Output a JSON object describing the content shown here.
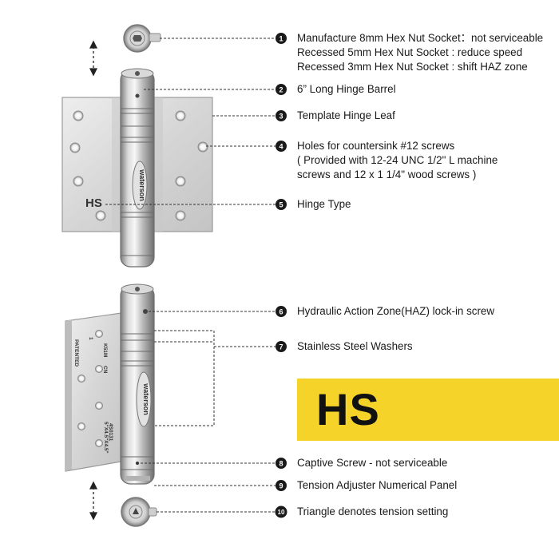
{
  "callouts": [
    {
      "number": "1",
      "lines": [
        "Manufacture 8mm Hex Nut Socket：not serviceable",
        "Recessed 5mm Hex Nut Socket : reduce speed",
        "Recessed 3mm Hex Nut Socket : shift HAZ zone"
      ]
    },
    {
      "number": "2",
      "lines": [
        "6” Long Hinge Barrel"
      ]
    },
    {
      "number": "3",
      "lines": [
        "Template Hinge Leaf"
      ]
    },
    {
      "number": "4",
      "lines": [
        "Holes for countersink #12 screws",
        "( Provided with 12-24 UNC 1/2\" L machine",
        "screws and 12 x 1 1/4\" wood screws )"
      ]
    },
    {
      "number": "5",
      "lines": [
        "Hinge Type"
      ]
    },
    {
      "number": "6",
      "lines": [
        "Hydraulic Action Zone(HAZ) lock-in screw"
      ]
    },
    {
      "number": "7",
      "lines": [
        "Stainless Steel Washers"
      ]
    },
    {
      "number": "8",
      "lines": [
        "Captive Screw - not serviceable"
      ]
    },
    {
      "number": "9",
      "lines": [
        "Tension Adjuster Numerical Panel"
      ]
    },
    {
      "number": "10",
      "lines": [
        "Triangle denotes tension setting"
      ]
    }
  ],
  "banner": {
    "text": "HS",
    "color": "#f5d328"
  },
  "hinge_marking": "HS",
  "brand": "waterson",
  "leaf_stamp": {
    "col1": "PATENTED",
    "col2": "1",
    "col3": "K51M",
    "col4": "CN",
    "col5": "4S0131",
    "col6": "5\"X4.5\"X4.5\""
  },
  "colors": {
    "callout_dot": "#1a1a1a",
    "steel_light": "#e8e8e8",
    "steel_dark": "#8a8a8a"
  }
}
